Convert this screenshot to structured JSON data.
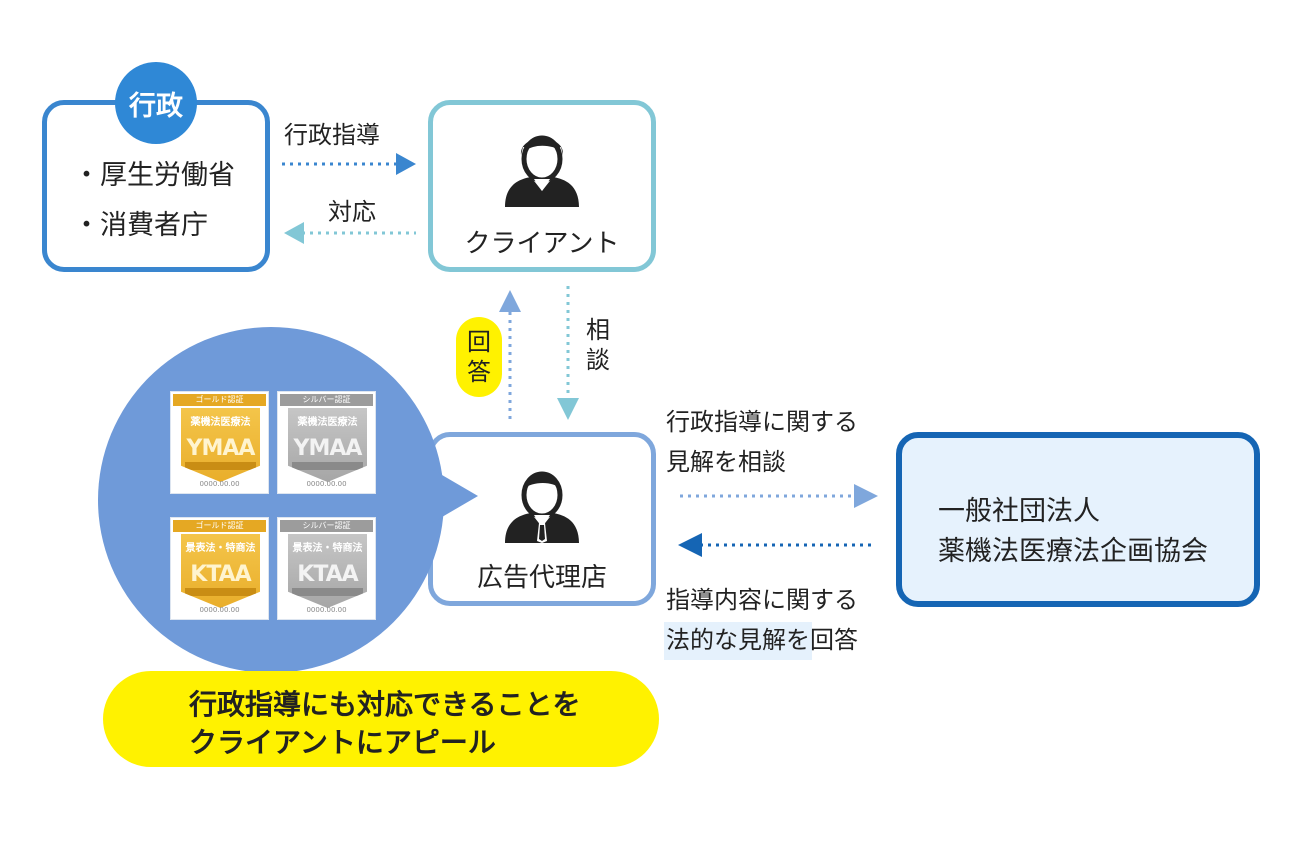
{
  "government": {
    "badge": "行政",
    "items": [
      "・厚生労働省",
      "・消費者庁"
    ]
  },
  "client": {
    "label": "クライアント"
  },
  "agency": {
    "label": "広告代理店"
  },
  "association": {
    "line1": "一般社団法人",
    "line2": "薬機法医療法企画協会"
  },
  "arrows": {
    "gov_to_client": "行政指導",
    "client_to_gov": "対応",
    "consult_vertical": [
      "相",
      "談"
    ],
    "answer_vertical": [
      "回",
      "答"
    ],
    "agency_to_assoc": [
      "行政指導に関する",
      "見解を相談"
    ],
    "assoc_to_agency": [
      "指導内容に関する",
      "法的な見解を回答"
    ]
  },
  "certs": [
    {
      "header": "ゴールド認証",
      "title": "薬機法医療法",
      "code": "YMAA",
      "date": "0000.00.00",
      "style": "gold"
    },
    {
      "header": "シルバー認証",
      "title": "薬機法医療法",
      "code": "YMAA",
      "date": "0000.00.00",
      "style": "silver"
    },
    {
      "header": "ゴールド認証",
      "title": "景表法・特商法",
      "code": "KTAA",
      "date": "0000.00.00",
      "style": "gold"
    },
    {
      "header": "シルバー認証",
      "title": "景表法・特商法",
      "code": "KTAA",
      "date": "0000.00.00",
      "style": "silver"
    }
  ],
  "appeal": {
    "line1": "行政指導にも対応できることを",
    "line2": "クライアントにアピール"
  },
  "colors": {
    "gov_border": "#3a86cf",
    "client_border": "#82c7d6",
    "agency_border": "#7fa7dc",
    "assoc_border": "#1565b4",
    "circle": "#6f9ad9",
    "highlight_yellow": "#fff200"
  },
  "icons": [
    "person-icon"
  ]
}
